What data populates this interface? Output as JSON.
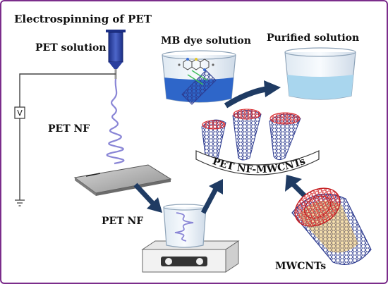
{
  "labels": {
    "title": "Electrospinning of PET",
    "pet_solution": "PET solution",
    "voltage": "V",
    "pet_nf_collector": "PET NF",
    "pet_nf_beaker": "PET NF",
    "mb_dye": "MB dye solution",
    "purified": "Purified solution",
    "composite": "PET NF-MWCNTs",
    "mwcnts": "MWCNTs"
  },
  "colors": {
    "frame": "#7b2d8b",
    "arrow": "#1f3b63",
    "fiber": "#8a86d6",
    "dye_liquid": "#2e66c9",
    "clean_liquid": "#a9d6ee",
    "syringe": "#2a3f9e",
    "nanotube_net": "#2c3a8f",
    "nanotube_core": "#d8262a"
  },
  "icons": {
    "syringe": "syringe-icon",
    "voltage_source": "voltage-source-icon",
    "collector": "collector-plate-icon",
    "stirrer": "magnetic-stirrer-icon",
    "nanotube": "carbon-nanotube-icon"
  }
}
